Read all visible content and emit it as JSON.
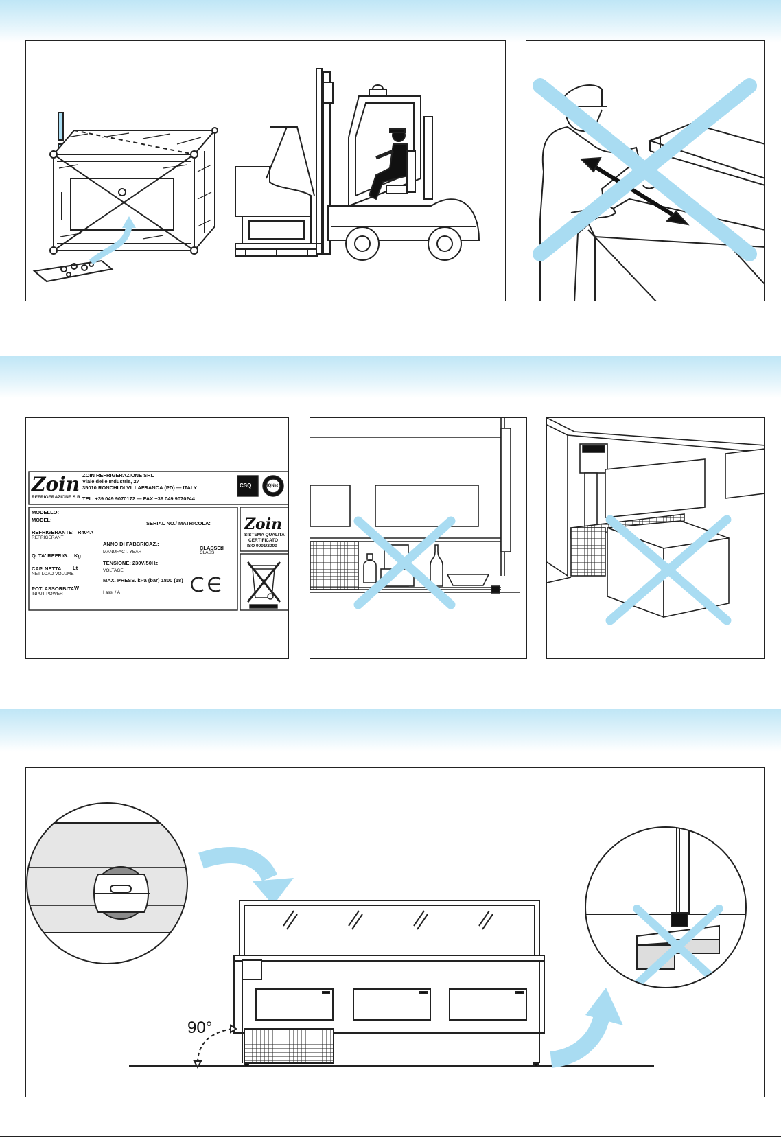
{
  "colors": {
    "band": "#cdeaf7",
    "cross": "#a9dcf2",
    "arrow": "#a9dcf2",
    "line": "#222222"
  },
  "nameplate": {
    "brand": "Zoin",
    "company": "ZOIN REFRIGERAZIONE SRL",
    "address": "Viale delle Industrie, 27",
    "city": "35010 RONCHI DI VILLAFRANCA (PD) — ITALY",
    "subbrand": "REFRIGERAZIONE S.R.L.",
    "tel": "TEL. +39 049 9070172 — FAX +39 049 9070244",
    "csq": "CSQ",
    "iqnet": "IQNet",
    "modello": "MODELLO:",
    "model": "MODEL:",
    "serial": "SERIAL NO./ MATRICOLA:",
    "refrigerante": "REFRIGERANTE:",
    "refrigerant_value": "R404A",
    "refrigerant": "REFRIGERANT",
    "anno": "ANNO DI FABBRICAZ.:",
    "manufact": "MANUFACT. YEAR",
    "classe": "CLASSE:",
    "classe_value": "III",
    "class": "CLASS",
    "qta": "Q. TA' REFRIG.:",
    "kg": "Kg",
    "tensione": "TENSIONE: 230V/50Hz",
    "voltage": "VOLTAGE",
    "cap": "CAP. NETTA:",
    "lt": "Lt",
    "net_load": "NET LOAD VOLUME",
    "max_press": "MAX. PRESS. kPa (bar) 1800 (18)",
    "pot": "POT. ASSORBITA:",
    "w": "W",
    "input_power": "INPUT POWER",
    "amps": "I     ass.     /  A",
    "sistema": "SISTEMA QUALITA'",
    "certificato": "CERTIFICATO",
    "iso": "ISO 9001/2000",
    "ce": "CE"
  },
  "leveling": {
    "angle": "90°"
  }
}
